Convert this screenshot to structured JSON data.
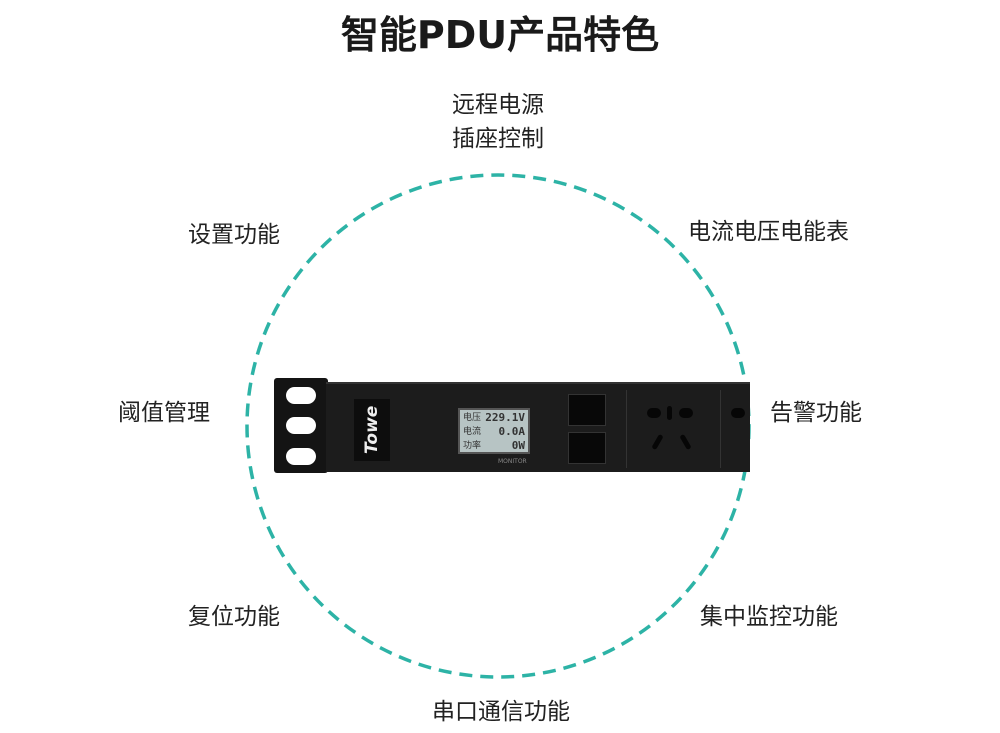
{
  "title": "智能PDU产品特色",
  "accent_color": "#2db3a6",
  "features": {
    "top_line1": "远程电源",
    "top_line2": "插座控制",
    "upper_left": "设置功能",
    "upper_right": "电流电压电能表",
    "mid_left": "阈值管理",
    "mid_right": "告警功能",
    "lower_left": "复位功能",
    "lower_right": "集中监控功能",
    "bottom": "串口通信功能"
  },
  "product": {
    "logo": "Towe",
    "lcd": [
      {
        "label": "电压",
        "value": "229.1V"
      },
      {
        "label": "电流",
        "value": "0.0A"
      },
      {
        "label": "功率",
        "value": "0W"
      }
    ],
    "monitor_label": "MONITOR"
  }
}
